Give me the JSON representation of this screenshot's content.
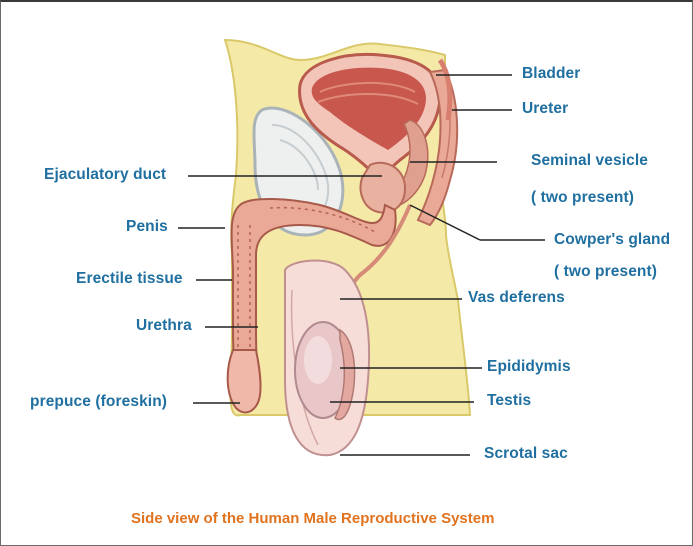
{
  "caption": "Side view of the Human Male Reproductive System",
  "labels": {
    "bladder": "Bladder",
    "ureter": "Ureter",
    "seminal_vesicle_1": "Seminal vesicle",
    "seminal_vesicle_2": "( two present)",
    "ejaculatory_duct": "Ejaculatory duct",
    "penis": "Penis",
    "cowpers_gland_1": "Cowper's gland",
    "cowpers_gland_2": "( two present)",
    "erectile_tissue": "Erectile tissue",
    "vas_deferens": "Vas deferens",
    "urethra": "Urethra",
    "epididymis": "Epididymis",
    "prepuce": "prepuce (foreskin)",
    "testis": "Testis",
    "scrotal_sac": "Scrotal sac"
  },
  "colors": {
    "label_text": "#1f6fa0",
    "caption_text": "#e0731f",
    "skin_fat": "#f5e9a8",
    "flesh": "#e8a58f",
    "bladder": "#c8574e",
    "testis": "#e9c6c8"
  }
}
